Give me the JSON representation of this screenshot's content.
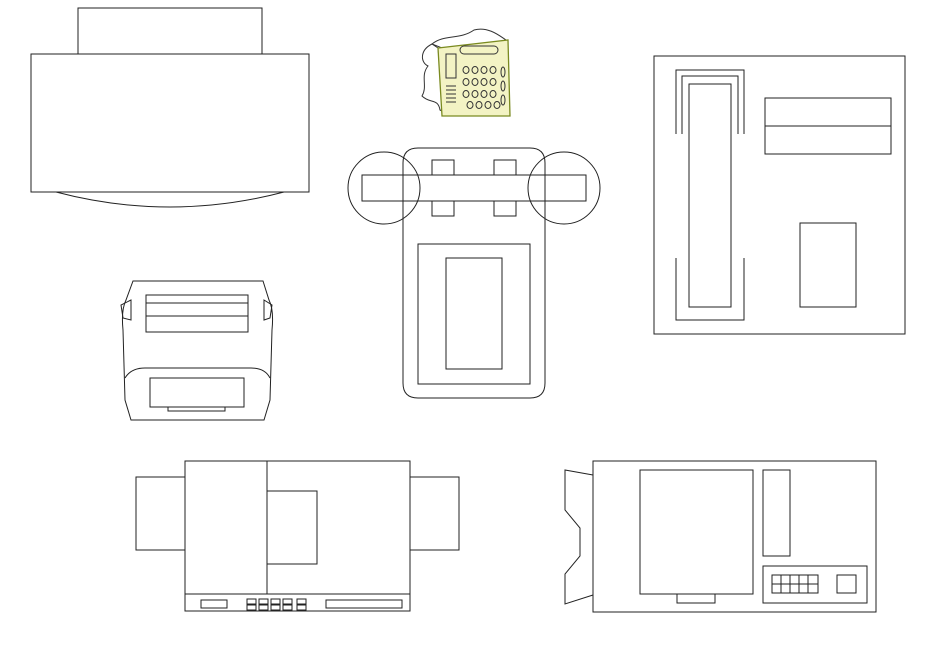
{
  "drawing": {
    "background": "#ffffff",
    "line_color": "#222222",
    "symbols": [
      {
        "name": "copier-top-view",
        "icon": "copier-icon"
      },
      {
        "name": "telephone-clipart",
        "icon": "telephone-icon",
        "fill": "#f3f3c4",
        "outline": "#7a8a20"
      },
      {
        "name": "telephone-plan",
        "icon": "telephone-plan-icon"
      },
      {
        "name": "fax-machine-plan",
        "icon": "fax-icon"
      },
      {
        "name": "printer-plan",
        "icon": "printer-icon"
      },
      {
        "name": "large-copier-plan",
        "icon": "large-copier-icon"
      },
      {
        "name": "office-device-plan",
        "icon": "office-device-icon"
      }
    ]
  }
}
